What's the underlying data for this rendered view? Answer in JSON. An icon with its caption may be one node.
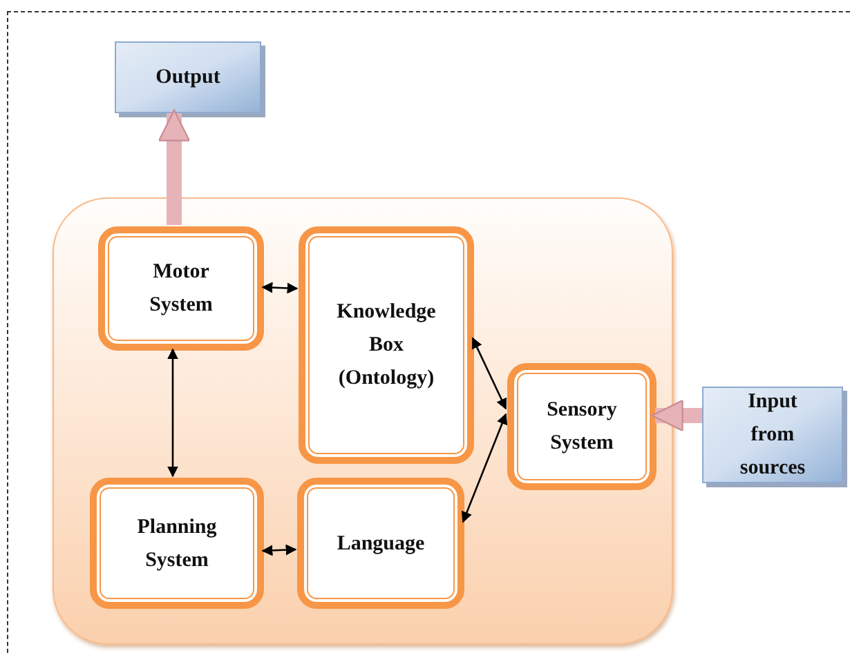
{
  "diagram": {
    "nodes": [
      {
        "text": [
          "Output"
        ]
      },
      {
        "text": [],
        "shape": "box"
      },
      {
        "text": [
          "Motor System"
        ],
        "in": 1
      },
      {
        "text": [
          "Knowledge Box (Ontology)"
        ],
        "in": 1
      },
      {
        "text": [
          "Sensory System"
        ],
        "in": 1
      },
      {
        "text": [
          "Planning System"
        ],
        "in": 1
      },
      {
        "text": [
          "Language"
        ],
        "in": 1
      },
      {
        "text": [
          "Input from sources"
        ]
      }
    ],
    "edges": [
      {
        "from": 2,
        "to": 0,
        "arrow": "to",
        "style": "thick",
        "color": "#e6b3b8"
      },
      {
        "from": 2,
        "to": 3,
        "arrow": "both"
      },
      {
        "from": 2,
        "to": 5,
        "arrow": "both"
      },
      {
        "from": 3,
        "to": 4,
        "arrow": "both"
      },
      {
        "from": 6,
        "to": 4,
        "arrow": "both"
      },
      {
        "from": 5,
        "to": 6,
        "arrow": "both"
      },
      {
        "from": 7,
        "to": 4,
        "arrow": "to",
        "style": "thick",
        "color": "#e6b3b8"
      }
    ]
  }
}
